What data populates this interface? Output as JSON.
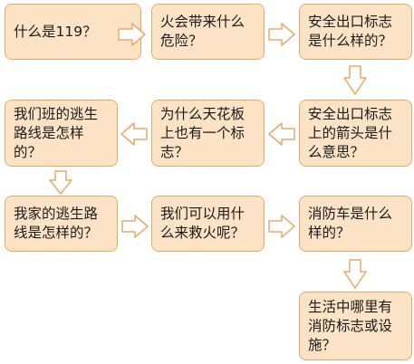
{
  "nodes": [
    {
      "id": "what-is-119",
      "text": "什么是119？"
    },
    {
      "id": "fire-dangers",
      "text": "火会带来什么危险？"
    },
    {
      "id": "exit-sign-look",
      "text": "安全出口标志是什么样的？"
    },
    {
      "id": "exit-arrow-meaning",
      "text": "安全出口标志上的箭头是什么意思？"
    },
    {
      "id": "ceiling-sign",
      "text": "为什么天花板上也有一个标志？"
    },
    {
      "id": "class-escape-route",
      "text": "我们班的逃生路线是怎样的？"
    },
    {
      "id": "home-escape-route",
      "text": "我家的逃生路线是怎样的？"
    },
    {
      "id": "extinguish-fire",
      "text": "我们可以用什么来救火呢？"
    },
    {
      "id": "fire-truck-look",
      "text": "消防车是什么样的？"
    },
    {
      "id": "fire-signs-in-life",
      "text": "生活中哪里有消防标志或设施？"
    }
  ],
  "edges": [
    {
      "from": 0,
      "to": 1,
      "direction": "right"
    },
    {
      "from": 1,
      "to": 2,
      "direction": "right"
    },
    {
      "from": 2,
      "to": 3,
      "direction": "down"
    },
    {
      "from": 3,
      "to": 4,
      "direction": "left"
    },
    {
      "from": 4,
      "to": 5,
      "direction": "left"
    },
    {
      "from": 5,
      "to": 6,
      "direction": "down"
    },
    {
      "from": 6,
      "to": 7,
      "direction": "right"
    },
    {
      "from": 7,
      "to": 8,
      "direction": "right"
    },
    {
      "from": 8,
      "to": 9,
      "direction": "down"
    }
  ],
  "colors": {
    "box_fill": "#fde3c6",
    "box_border": "#e9a86a",
    "arrow_fill": "#ffffff",
    "arrow_stroke": "#e9a86a"
  }
}
